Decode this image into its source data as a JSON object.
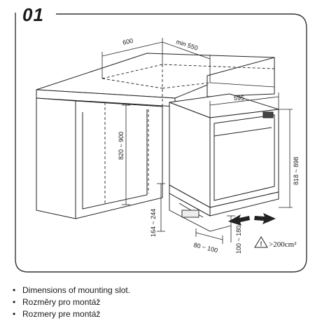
{
  "step": {
    "number": "01"
  },
  "dimensions": {
    "slot_depth": "600",
    "min_depth": "min 550",
    "appliance_width": "595",
    "slot_height": "820 ~ 900",
    "appliance_height": "818 ~ 898",
    "plinth_height": "164 ~ 244",
    "plinth_depth": "80 ~ 100",
    "vent_gap": "100 ~ 180",
    "ventilation_label": ">200cm²"
  },
  "icons": {
    "warning": "warning-triangle-icon",
    "airflow": "arrow-icon"
  },
  "captions": [
    "Dimensions of mounting slot.",
    "Rozměry pro montáž",
    "Rozmery pre montáž"
  ]
}
